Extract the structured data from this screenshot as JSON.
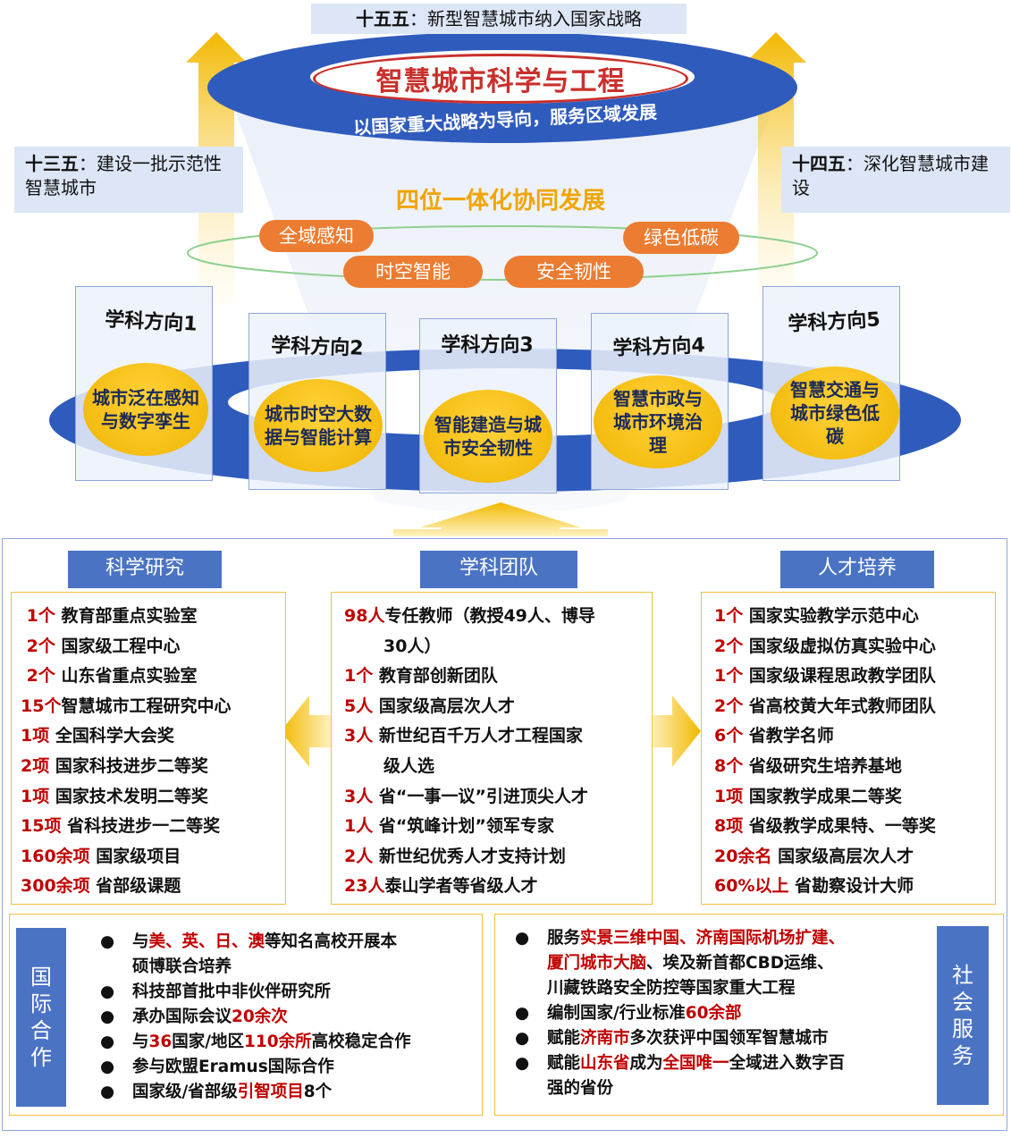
{
  "top_banner": {
    "bold": "十五五",
    "rest": "：新型智慧城市纳入国家战略"
  },
  "left_banner": {
    "bold": "十三五",
    "rest": "：建设一批示范性智慧城市"
  },
  "right_banner": {
    "bold": "十四五",
    "rest": "：深化智慧城市建设"
  },
  "main_title": "智慧城市科学与工程",
  "subtitle": "以国家重大战略为导向，服务区域发展",
  "headline": "四位一体化协同发展",
  "pills": [
    "全域感知",
    "绿色低碳",
    "时空智能",
    "安全韧性"
  ],
  "directions": [
    {
      "title": "学科方向1",
      "desc": "城市泛在感知与数字孪生"
    },
    {
      "title": "学科方向2",
      "desc": "城市时空大数据与智能计算"
    },
    {
      "title": "学科方向3",
      "desc": "智能建造与城市安全韧性"
    },
    {
      "title": "学科方向4",
      "desc": "智慧市政与城市环境治理"
    },
    {
      "title": "学科方向5",
      "desc": "智慧交通与城市绿色低碳"
    }
  ],
  "sections": {
    "research": "科学研究",
    "team": "学科团队",
    "talent": "人才培养"
  },
  "research_items": [
    {
      "num": "1个",
      "text": " 教育部重点实验室"
    },
    {
      "num": "2个",
      "text": " 国家级工程中心"
    },
    {
      "num": "2个",
      "text": " 山东省重点实验室"
    },
    {
      "num": "15个",
      "text": "智慧城市工程研究中心"
    },
    {
      "num": "1项",
      "text": "  全国科学大会奖"
    },
    {
      "num": "2项",
      "text": "  国家科技进步二等奖"
    },
    {
      "num": "1项",
      "text": "  国家技术发明二等奖"
    },
    {
      "num": "15项",
      "text": " 省科技进步一二等奖"
    },
    {
      "num": "160余项",
      "text": " 国家级项目"
    },
    {
      "num": "300余项",
      "text": " 省部级课题"
    }
  ],
  "team_items": [
    {
      "num": "98人",
      "text": "专任教师（教授49人、博导"
    },
    {
      "num": "",
      "text": "30人）"
    },
    {
      "num": "1个",
      "text": " 教育部创新团队"
    },
    {
      "num": "5人",
      "text": " 国家级高层次人才"
    },
    {
      "num": "3人",
      "text": " 新世纪百千万人才工程国家"
    },
    {
      "num": "",
      "text": "级人选"
    },
    {
      "num": "3人",
      "text": "  省“一事一议”引进顶尖人才"
    },
    {
      "num": "1人",
      "text": "  省“筑峰计划”领军专家"
    },
    {
      "num": "2人",
      "text": "  新世纪优秀人才支持计划"
    },
    {
      "num": "23人",
      "text": "泰山学者等省级人才"
    }
  ],
  "talent_items": [
    {
      "num": "1个",
      "text": " 国家实验教学示范中心"
    },
    {
      "num": "2个",
      "text": " 国家级虚拟仿真实验中心"
    },
    {
      "num": "1个",
      "text": " 国家级课程思政教学团队"
    },
    {
      "num": "2个",
      "text": " 省高校黄大年式教师团队"
    },
    {
      "num": "6个",
      "text": " 省教学名师"
    },
    {
      "num": "8个",
      "text": " 省级研究生培养基地"
    },
    {
      "num": "1项",
      "text": " 国家教学成果二等奖"
    },
    {
      "num": "8项",
      "text": " 省级教学成果特、一等奖"
    },
    {
      "num": "20余名",
      "text": "  国家级高层次人才"
    },
    {
      "num": "60%以上",
      "text": " 省勘察设计大师"
    }
  ],
  "intl": {
    "label": "国际合作",
    "bullets": [
      [
        {
          "t": "与"
        },
        {
          "t": "美、英、日、澳",
          "red": true
        },
        {
          "t": "等知名高校开展本"
        }
      ],
      [
        {
          "t": "硕博联合培养"
        }
      ],
      [
        {
          "t": "科技部首批中非伙伴研究所"
        }
      ],
      [
        {
          "t": "承办国际会议"
        },
        {
          "t": "20余次",
          "red": true
        }
      ],
      [
        {
          "t": "与"
        },
        {
          "t": "36",
          "red": true
        },
        {
          "t": "国家/地区"
        },
        {
          "t": "110余所",
          "red": true
        },
        {
          "t": "高校稳定合作"
        }
      ],
      [
        {
          "t": "参与欧盟Eramus国际合作"
        }
      ],
      [
        {
          "t": "国家级/省部级"
        },
        {
          "t": "引智项目",
          "red": true
        },
        {
          "t": "8个"
        }
      ]
    ]
  },
  "social": {
    "label": "社会服务",
    "bullets": [
      [
        {
          "t": "服务"
        },
        {
          "t": "实景三维中国、济南国际机场扩建、",
          "red": true
        }
      ],
      [
        {
          "t": "厦门城市大脑",
          "red": true
        },
        {
          "t": "、埃及新首都CBD运维、"
        }
      ],
      [
        {
          "t": "川藏铁路安全防控等国家重大工程"
        }
      ],
      [
        {
          "t": "编制国家/行业标准"
        },
        {
          "t": "60余部",
          "red": true
        }
      ],
      [
        {
          "t": "赋能"
        },
        {
          "t": "济南市",
          "red": true
        },
        {
          "t": "多次获评中国领军智慧城市"
        }
      ],
      [
        {
          "t": "赋能"
        },
        {
          "t": "山东省",
          "red": true
        },
        {
          "t": "成为"
        },
        {
          "t": "全国唯一",
          "red": true
        },
        {
          "t": "全域进入数字百"
        }
      ],
      [
        {
          "t": "强的省份"
        }
      ]
    ]
  },
  "colors": {
    "blue": "#4a73c4",
    "orange": "#ec7c31",
    "gold": "#f0b400",
    "red": "#c00000"
  }
}
